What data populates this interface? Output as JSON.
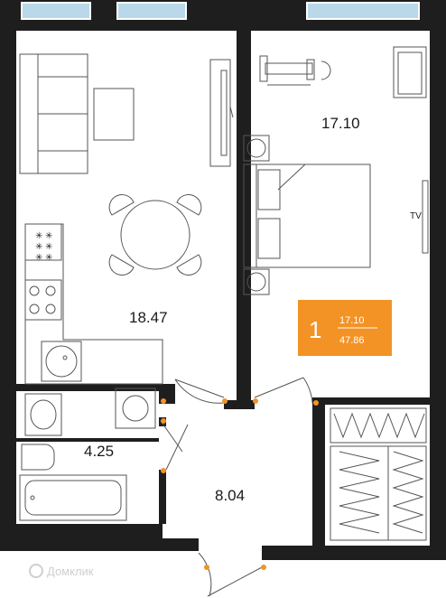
{
  "rooms": [
    {
      "id": "living-kitchen",
      "area": "18.47"
    },
    {
      "id": "bedroom",
      "area": "17.10"
    },
    {
      "id": "bathroom",
      "area": "4.25"
    },
    {
      "id": "hallway",
      "area": "8.04"
    }
  ],
  "tv_label": "TV",
  "badge": {
    "rooms_count": "1",
    "living_area": "17.10",
    "total_area": "47.86",
    "color": "#f39325"
  },
  "watermark": "Домклик",
  "colors": {
    "wall": "#1e1e1e",
    "window": "#b9d9ea",
    "door_hinge": "#f39325"
  }
}
